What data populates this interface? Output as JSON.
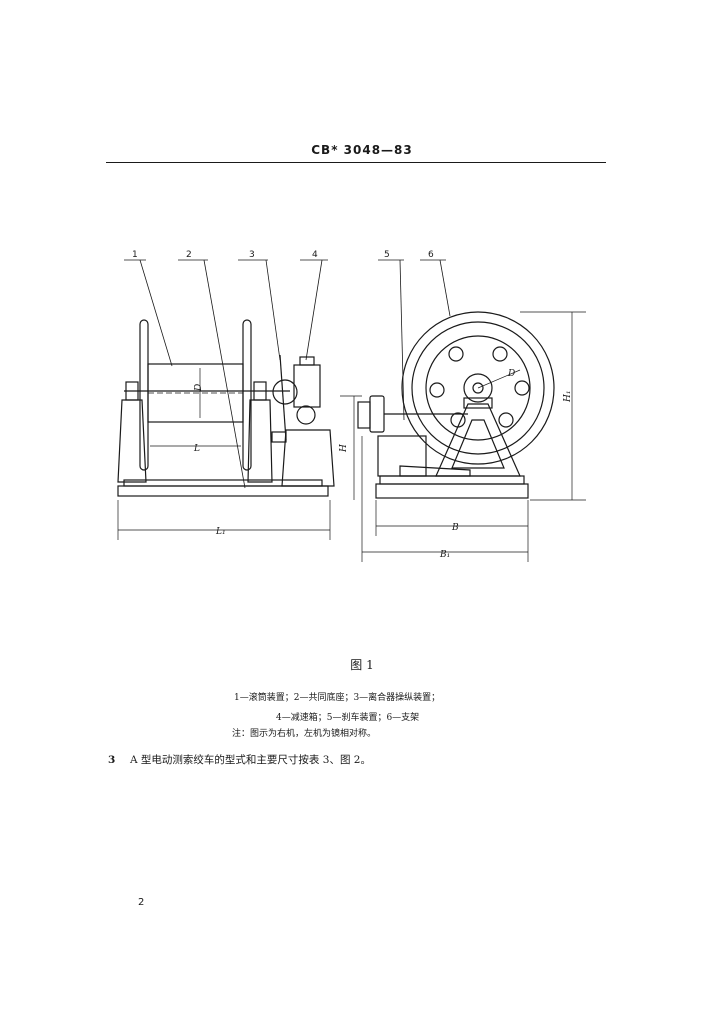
{
  "header": {
    "standard_code": "CB* 3048—83"
  },
  "figure": {
    "callouts": [
      "1",
      "2",
      "3",
      "4",
      "5",
      "6"
    ],
    "dimensions": {
      "drum_diameter": "D",
      "drum_length": "L",
      "overall_length": "L₁",
      "height": "H",
      "total_height": "H₁",
      "base_width": "B",
      "overall_width": "B₁",
      "wheel_diameter": "D"
    }
  },
  "caption": "图 1",
  "legend": {
    "line1": "1—滚筒装置；2—共同底座；3—离合器操纵装置；",
    "line2": "4—减速箱；5—刹车装置；6—支架",
    "note": "注：图示为右机，左机为镜相对称。"
  },
  "clause": {
    "number": "3",
    "text": "A 型电动测索绞车的型式和主要尺寸按表 3、图 2。"
  },
  "page_number": "2"
}
